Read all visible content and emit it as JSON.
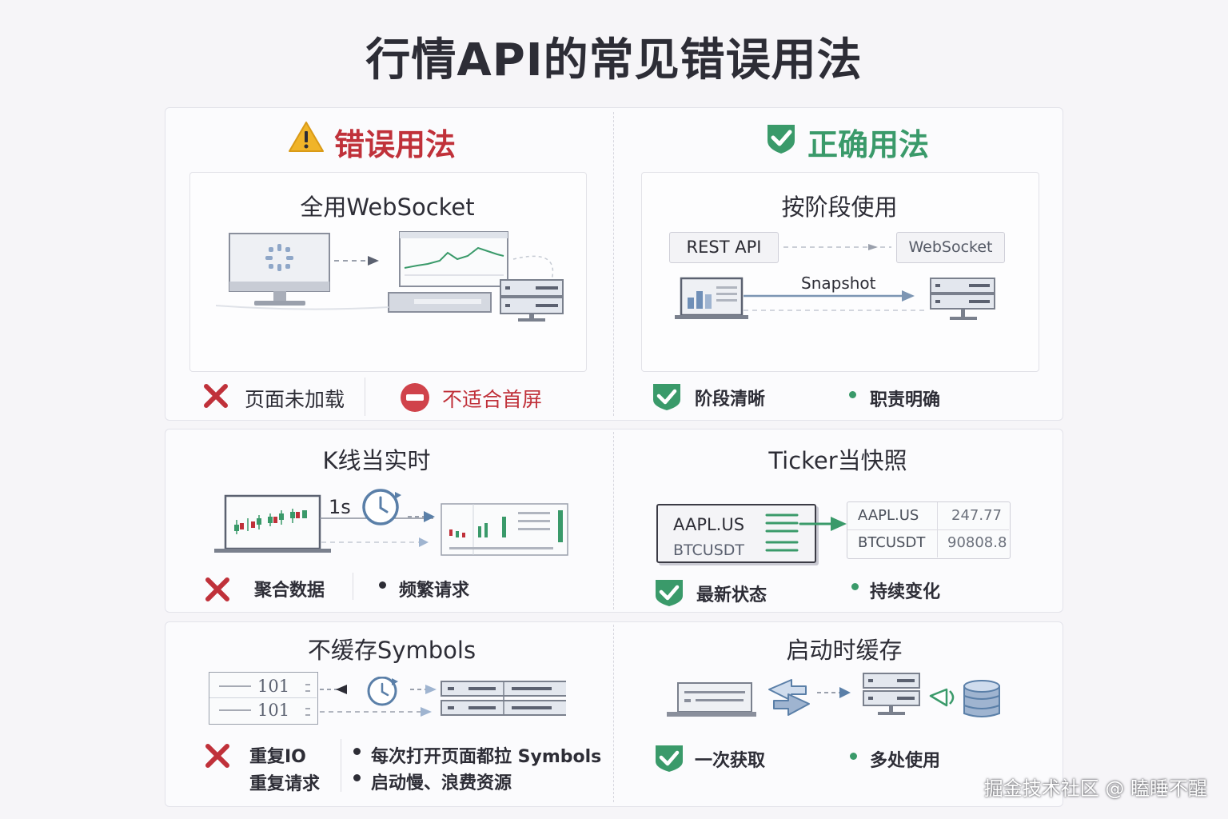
{
  "title": "行情API的常见错误用法",
  "wrong": {
    "heading": "错误用法",
    "card_title": "全用WebSocket",
    "items": [
      {
        "label": "页面未加载"
      },
      {
        "label": "不适合首屏"
      }
    ]
  },
  "right": {
    "heading": "正确用法",
    "card_title": "按阶段使用",
    "rest_label": "REST API",
    "ws_label": "WebSocket",
    "snapshot_label": "Snapshot",
    "items": [
      {
        "label": "阶段清晰"
      },
      {
        "label": "职责明确"
      }
    ]
  },
  "kline": {
    "title": "K线当实时",
    "interval": "1s",
    "items": [
      {
        "label": "聚合数据"
      },
      {
        "label": "频繁请求"
      }
    ]
  },
  "ticker": {
    "title": "Ticker当快照",
    "symbols": [
      "AAPL.US",
      "BTCUSDT"
    ],
    "table": [
      {
        "symbol": "AAPL.US",
        "price": "247.77"
      },
      {
        "symbol": "BTCUSDT",
        "price": "90808.8"
      }
    ],
    "items": [
      {
        "label": "最新状态"
      },
      {
        "label": "持续变化"
      }
    ]
  },
  "symbols_nocache": {
    "title": "不缓存Symbols",
    "code": "101",
    "items": [
      {
        "label": "重复IO"
      },
      {
        "label": "重复请求"
      }
    ],
    "bullets": [
      {
        "label": "每次打开页面都拉 Symbols"
      },
      {
        "label": "启动慢、浪费资源"
      }
    ]
  },
  "startup_cache": {
    "title": "启动时缓存",
    "items": [
      {
        "label": "一次获取"
      },
      {
        "label": "多处使用"
      }
    ]
  },
  "watermark": "掘金技术社区 @ 瞌睡不醒",
  "colors": {
    "wrong": "#c0313a",
    "right": "#3a9a6a",
    "warning": "#f0b429",
    "accent_blue": "#5a7fa8"
  }
}
